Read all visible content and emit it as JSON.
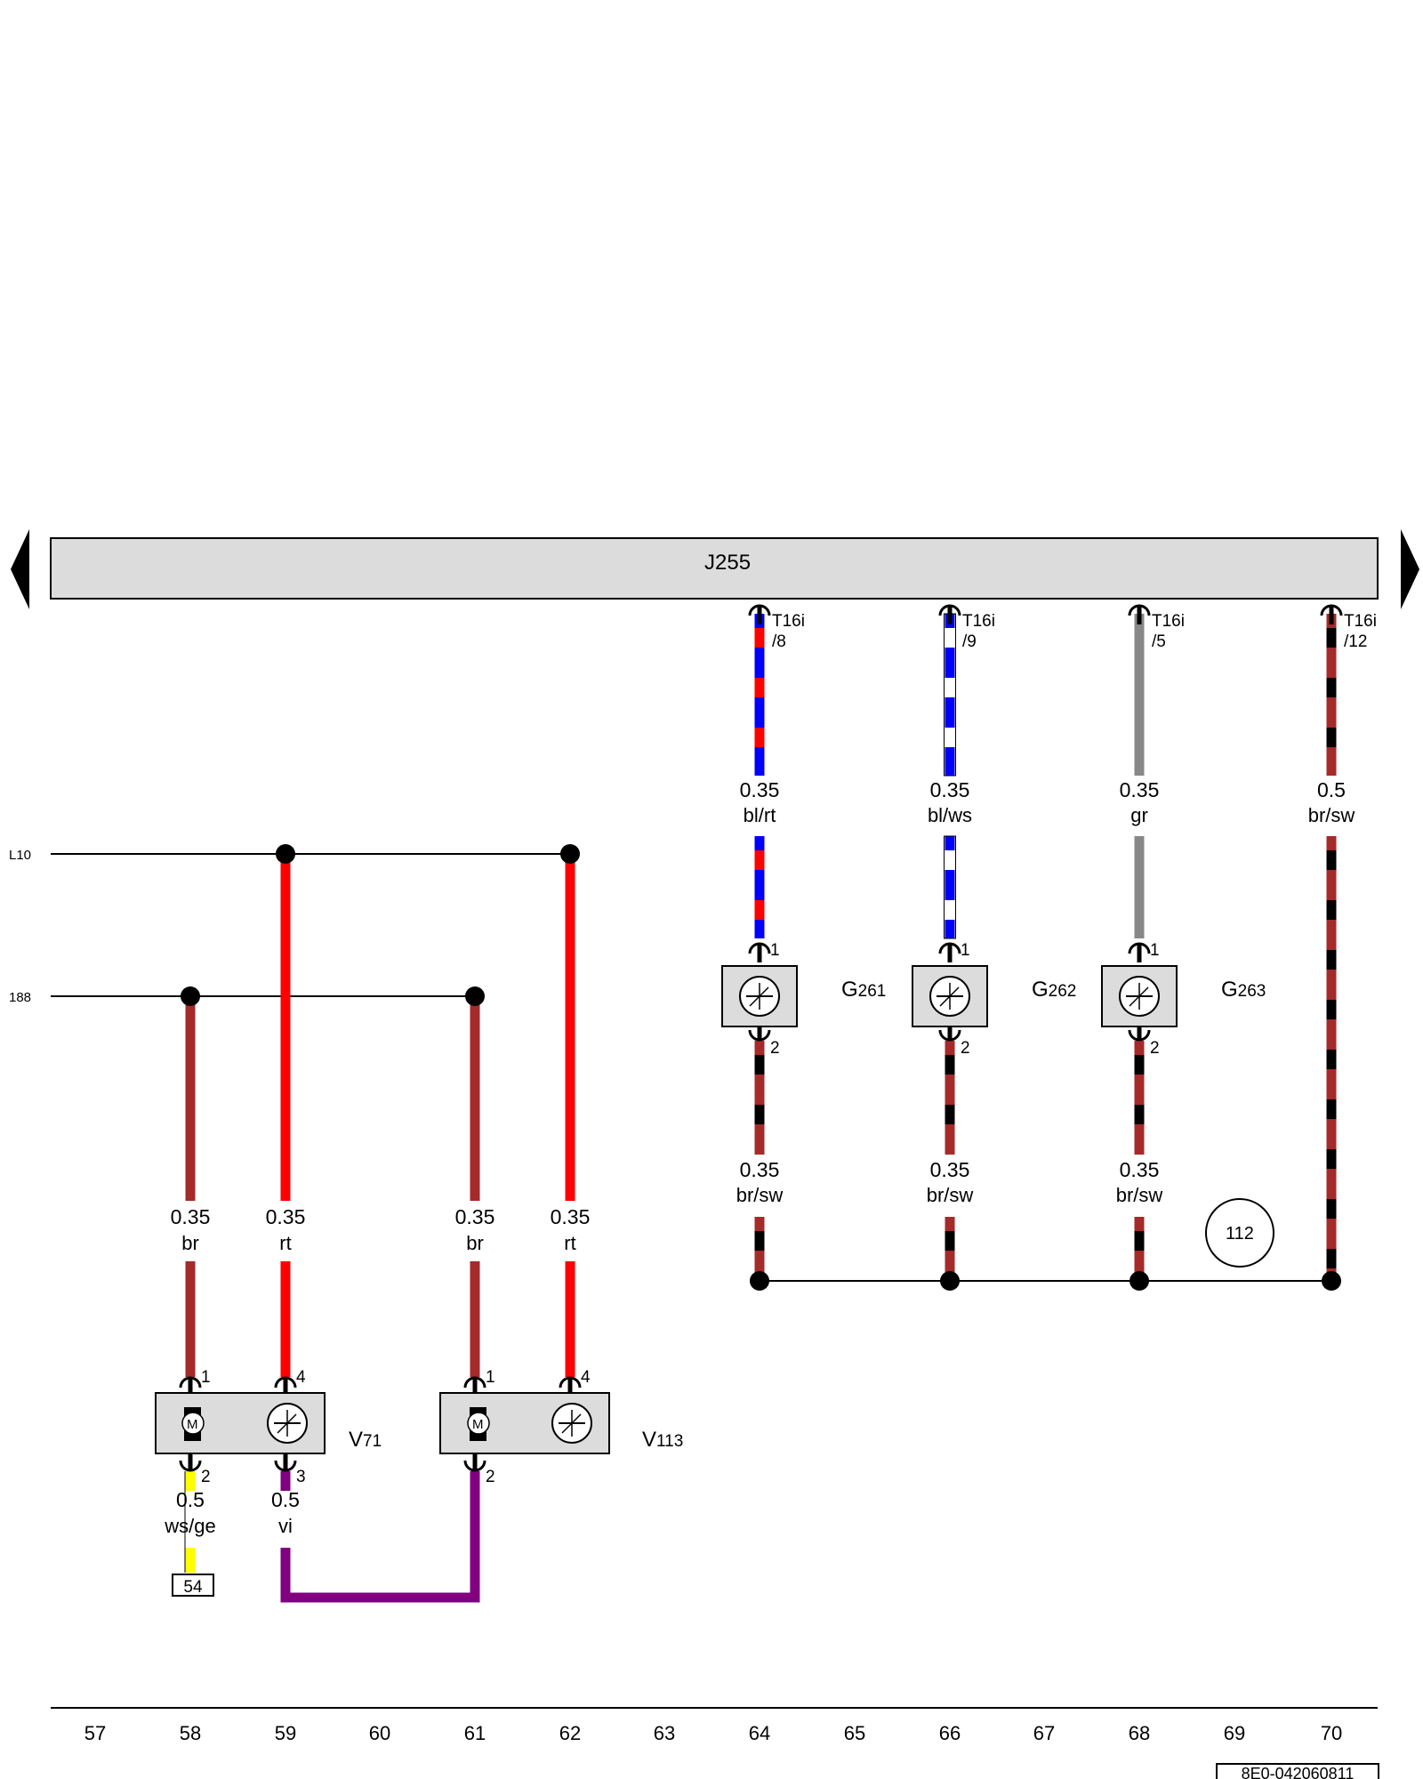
{
  "control_unit": {
    "id": "J255"
  },
  "lines": {
    "l10": "L10",
    "l188": "188"
  },
  "connectors": [
    {
      "id": "conn-8",
      "name": "T16i",
      "pin": "/8"
    },
    {
      "id": "conn-9",
      "name": "T16i",
      "pin": "/9"
    },
    {
      "id": "conn-5",
      "name": "T16i",
      "pin": "/5"
    },
    {
      "id": "conn-12",
      "name": "T16i",
      "pin": "/12"
    }
  ],
  "wires": [
    {
      "id": "w64top",
      "size": "0.35",
      "color": "bl/rt"
    },
    {
      "id": "w66top",
      "size": "0.35",
      "color": "bl/ws"
    },
    {
      "id": "w68top",
      "size": "0.35",
      "color": "gr"
    },
    {
      "id": "w70",
      "size": "0.5",
      "color": "br/sw"
    },
    {
      "id": "w64bot",
      "size": "0.35",
      "color": "br/sw"
    },
    {
      "id": "w66bot",
      "size": "0.35",
      "color": "br/sw"
    },
    {
      "id": "w68bot",
      "size": "0.35",
      "color": "br/sw"
    },
    {
      "id": "w58",
      "size": "0.35",
      "color": "br"
    },
    {
      "id": "w59",
      "size": "0.35",
      "color": "rt"
    },
    {
      "id": "w61",
      "size": "0.35",
      "color": "br"
    },
    {
      "id": "w62",
      "size": "0.35",
      "color": "rt"
    },
    {
      "id": "w58b",
      "size": "0.5",
      "color": "ws/ge"
    },
    {
      "id": "w59b",
      "size": "0.5",
      "color": "vi"
    }
  ],
  "components": [
    {
      "id": "G261",
      "prefix": "G",
      "num": "261"
    },
    {
      "id": "G262",
      "prefix": "G",
      "num": "262"
    },
    {
      "id": "G263",
      "prefix": "G",
      "num": "263"
    },
    {
      "id": "V71",
      "prefix": "V",
      "num": "71"
    },
    {
      "id": "V113",
      "prefix": "V",
      "num": "113"
    }
  ],
  "pins": {
    "g_in": "1",
    "g_out": "2",
    "v71": [
      "1",
      "4",
      "2",
      "3"
    ],
    "v113": [
      "1",
      "4",
      "2"
    ]
  },
  "ground_ref": "112",
  "terminal_box": "54",
  "columns": [
    "57",
    "58",
    "59",
    "60",
    "61",
    "62",
    "63",
    "64",
    "65",
    "66",
    "67",
    "68",
    "69",
    "70"
  ],
  "doc_number": "8E0-042060811",
  "colors": {
    "red": "#ff0000",
    "blue": "#0000ff",
    "brown": "#a52a2a",
    "gray": "#888888",
    "black": "#000000",
    "violet": "#800080",
    "yellow": "#ffff00",
    "white": "#ffffff",
    "box_fill": "#dcdcdc"
  }
}
